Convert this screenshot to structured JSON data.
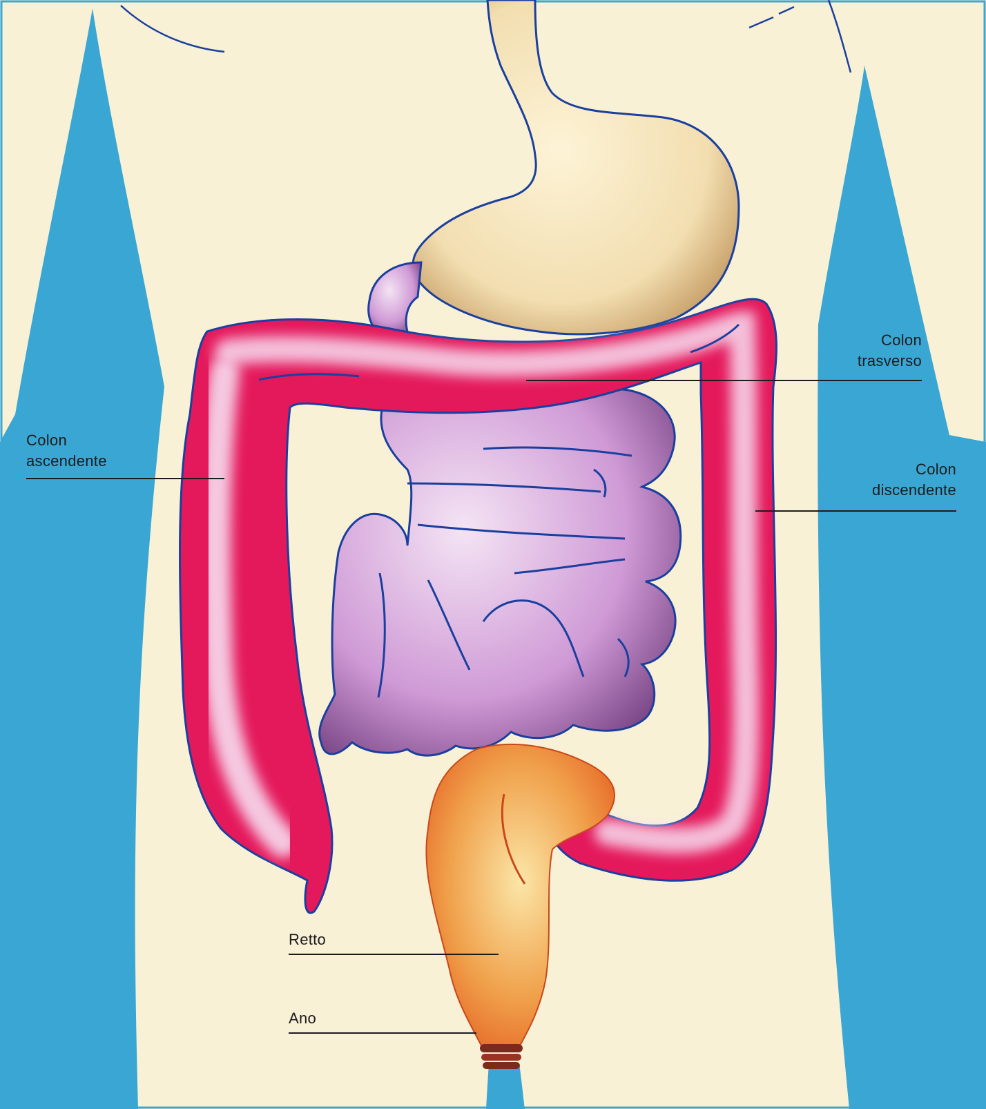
{
  "colors": {
    "background": "#f8f1d6",
    "body_blue": "#3aa6d3",
    "colon": "#e4195c",
    "small_intestine": "#c890d0",
    "stomach": "#f2deb0",
    "rectum": "#ec7a22",
    "outline": "#1a3f9e"
  },
  "labels": {
    "colon_trasverso": {
      "line1": "Colon",
      "line2": "trasverso"
    },
    "colon_ascendente": {
      "line1": "Colon",
      "line2": "ascendente"
    },
    "colon_discendente": {
      "line1": "Colon",
      "line2": "discendente"
    },
    "retto": "Retto",
    "ano": "Ano"
  }
}
